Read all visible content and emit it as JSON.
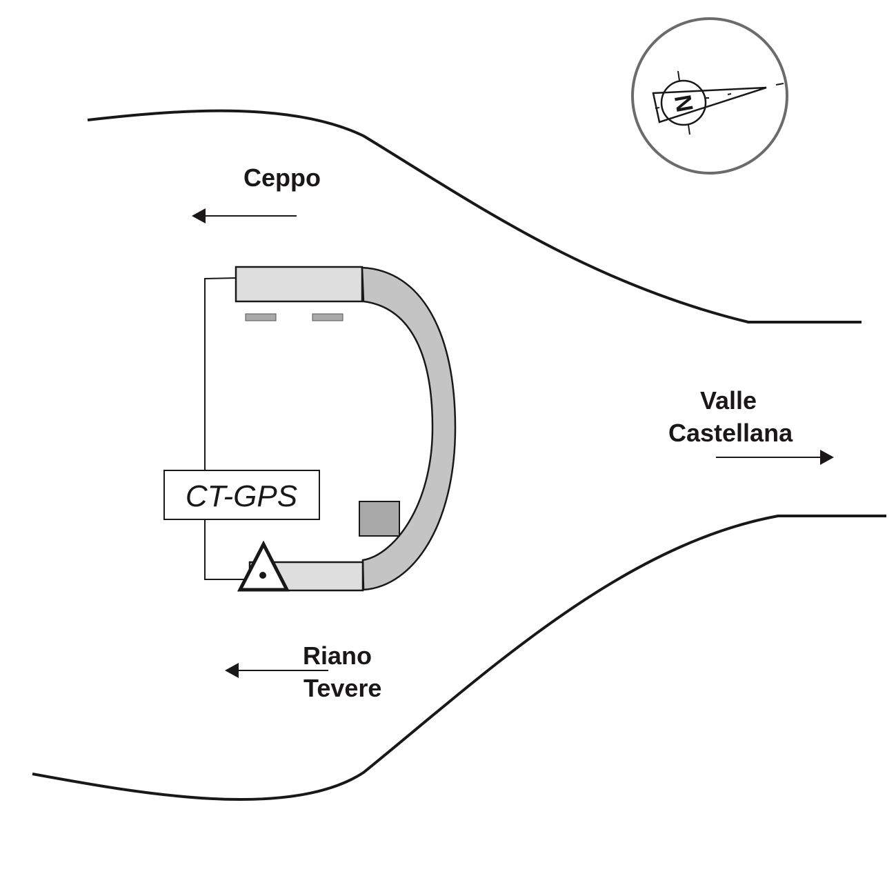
{
  "map": {
    "title": "Site sketch",
    "station_label": "CT-GPS",
    "compass": {
      "north_label": "N"
    },
    "directions": [
      {
        "id": "ceppo",
        "lines": [
          "Ceppo"
        ],
        "arrow": "left"
      },
      {
        "id": "valle-castellana",
        "lines": [
          "Valle",
          "Castellana"
        ],
        "arrow": "right"
      },
      {
        "id": "riano-tevere",
        "lines": [
          "Riano",
          "Tevere"
        ],
        "arrow": "left"
      }
    ],
    "colors": {
      "line": "#1a1718",
      "compass_ring": "#6b6b6b",
      "wall_light": "#dedede",
      "wall_curve": "#c4c4c4",
      "marker": "#a9a9a9"
    }
  }
}
